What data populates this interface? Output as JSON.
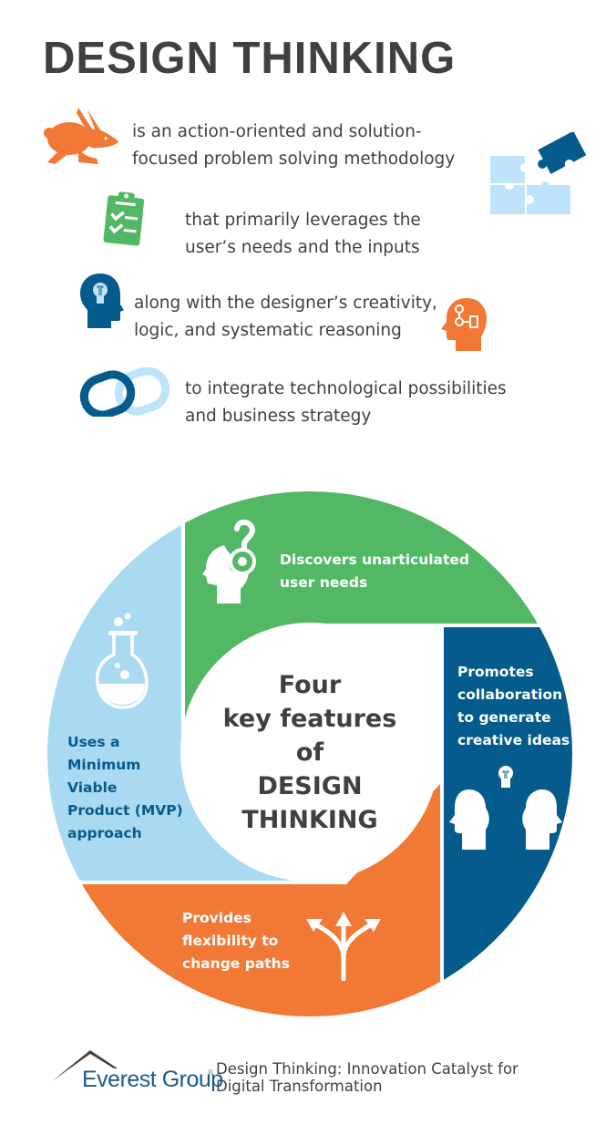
{
  "header": {
    "title": "DESIGN THINKING"
  },
  "definition": {
    "lines": [
      {
        "icon": "running-rabbit-icon",
        "line1": "is an action-oriented and solution-",
        "line2": "focused problem solving methodology"
      },
      {
        "icon": "clipboard-checklist-icon",
        "line1": "that primarily leverages the",
        "line2": "user’s needs and the inputs"
      },
      {
        "icon": "head-lightbulb-icon",
        "line1": "along with the designer’s creativity,",
        "line2": "logic, and systematic reasoning"
      },
      {
        "icon": "chain-link-icon",
        "line1": "to integrate technological possibilities",
        "line2": "and business strategy"
      }
    ],
    "side_icons": [
      "puzzle-pieces-icon",
      "head-flowchart-icon"
    ]
  },
  "diagram": {
    "center": {
      "lines": [
        "Four",
        "key features",
        "of",
        "DESIGN",
        "THINKING"
      ]
    },
    "segments": [
      {
        "id": "discover",
        "color": "#53b866",
        "icon": "head-question-mark-icon",
        "lines": [
          "Discovers unarticulated",
          "user needs"
        ]
      },
      {
        "id": "collaborate",
        "color": "#045b8c",
        "icon": "two-heads-lightbulb-icon",
        "lines": [
          "Promotes",
          "collaboration",
          "to generate",
          "creative ideas"
        ]
      },
      {
        "id": "flexibility",
        "color": "#f27835",
        "icon": "branching-arrows-icon",
        "lines": [
          "Provides",
          "flexibility to",
          "change paths"
        ]
      },
      {
        "id": "mvp",
        "color": "#a9daf1",
        "text_color": "#0b5a8c",
        "icon": "flask-icon",
        "lines": [
          "Uses a",
          "Minimum",
          "Viable",
          "Product (MVP)",
          "approach"
        ]
      }
    ]
  },
  "colors": {
    "title": "#404040",
    "orange": "#f27835",
    "green": "#53b866",
    "dark_blue": "#045b8c",
    "light_blue": "#a9daf1",
    "puzzle_light": "#bde4f8"
  },
  "footer": {
    "brand": "Everest Group",
    "registered": "®",
    "caption_line1": "Design Thinking: Innovation Catalyst for",
    "caption_line2": "Digital Transformation"
  }
}
